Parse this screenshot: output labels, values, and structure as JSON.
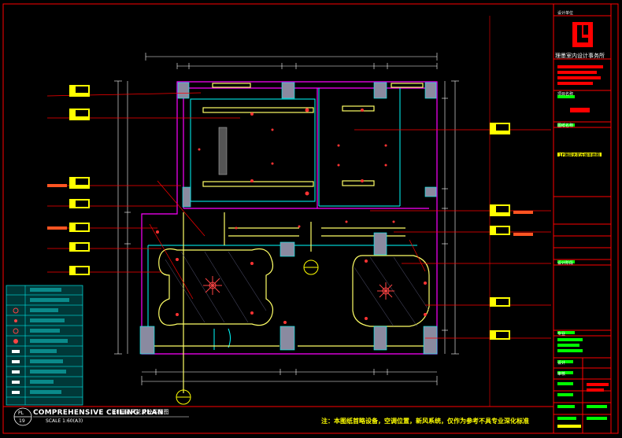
{
  "drawing": {
    "title_en": "COMPREHENSIVE CEILING PLAN",
    "title_cn": "1F隔层天花反映平面图",
    "scale": "SCALE 1:60(A3)",
    "sheet_code": "PL",
    "sheet_number": "19",
    "note": "注：本图纸首略设备，空调位置，新风系统，仅作为参考不具专业深化标准"
  },
  "title_block": {
    "firm_name": "理墨室内设计事务所",
    "labels": [
      "设计单位",
      "项目名称",
      "图纸名称",
      "设计阶段",
      "专业",
      "设计",
      "审核"
    ],
    "drawing_name": "1F隔层天花反映平面图"
  },
  "colors": {
    "frame": "#ff0000",
    "wall": "#ff00ff",
    "ceiling_outline": "#ffff66",
    "dimension": "#ffffff",
    "tag": "#ff0000",
    "cyan": "#00ffff",
    "column": "#8a8aa0",
    "legend_bg": "#008080",
    "green": "#00ff00"
  },
  "icons": [
    "section-marker-icon",
    "light-fixture-icon",
    "chandelier-icon",
    "downlight-icon",
    "logo-icon"
  ]
}
